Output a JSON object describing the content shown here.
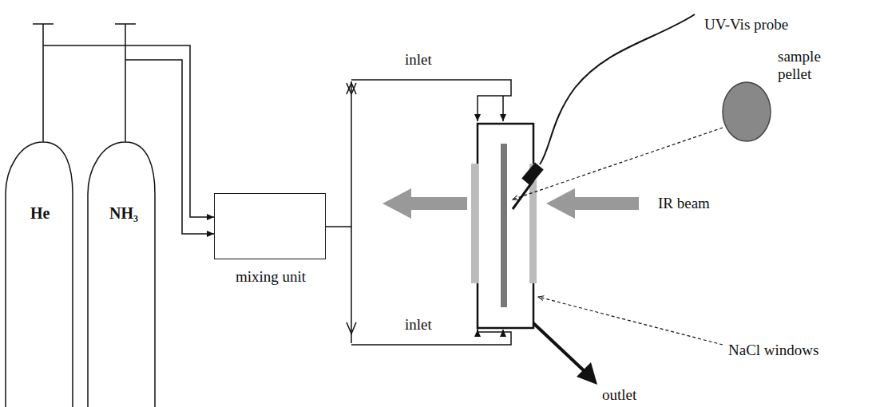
{
  "diagram": {
    "nodes": [
      {
        "text": [
          "He"
        ]
      },
      {
        "text": [
          "NH₃"
        ]
      },
      {
        "text": [
          "mixing unit"
        ]
      }
    ],
    "edges": [
      {
        "from": 0,
        "to": 2,
        "arrow": "to"
      },
      {
        "from": 1,
        "to": 2,
        "arrow": "to"
      }
    ],
    "labels": [
      "inlet",
      "inlet",
      "UV-Vis probe",
      "sample pellet",
      "IR beam",
      "NaCl windows",
      "outlet"
    ]
  }
}
